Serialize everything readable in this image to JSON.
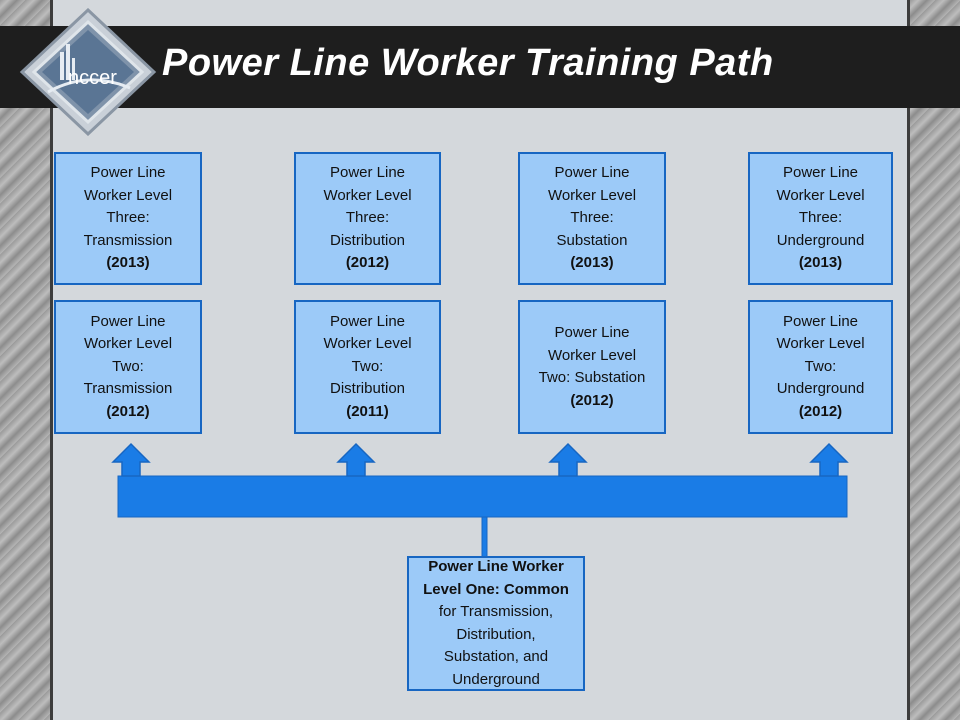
{
  "title": "Power Line Worker Training Path",
  "logo": {
    "text": "nccer"
  },
  "colors": {
    "box_fill": "#9ccaf8",
    "box_border": "#1766c2",
    "bar_fill": "#1a7ce6",
    "title_bar": "#1e1e1e"
  },
  "level_three": [
    {
      "lines": [
        "Power Line",
        "Worker Level",
        "Three:",
        "Transmission"
      ],
      "year": "(2013)"
    },
    {
      "lines": [
        "Power Line",
        "Worker Level",
        "Three:",
        "Distribution"
      ],
      "year": "(2012)"
    },
    {
      "lines": [
        "Power Line",
        "Worker Level",
        "Three:",
        "Substation"
      ],
      "year": "(2013)"
    },
    {
      "lines": [
        "Power Line",
        "Worker Level",
        "Three:",
        "Underground"
      ],
      "year": "(2013)"
    }
  ],
  "level_two": [
    {
      "lines": [
        "Power Line",
        "Worker Level",
        "Two:",
        "Transmission"
      ],
      "year": "(2012)"
    },
    {
      "lines": [
        "Power Line",
        "Worker Level",
        "Two:",
        "Distribution"
      ],
      "year": "(2011)"
    },
    {
      "lines": [
        "Power Line",
        "Worker Level",
        "Two: Substation"
      ],
      "year": "(2012)"
    },
    {
      "lines": [
        "Power Line",
        "Worker Level",
        "Two:",
        "Underground"
      ],
      "year": "(2012)"
    }
  ],
  "level_one": {
    "bold_lines": [
      "Power Line Worker",
      "Level One: Common"
    ],
    "lines": [
      "for Transmission,",
      "Distribution,",
      "Substation, and",
      "Underground"
    ]
  }
}
